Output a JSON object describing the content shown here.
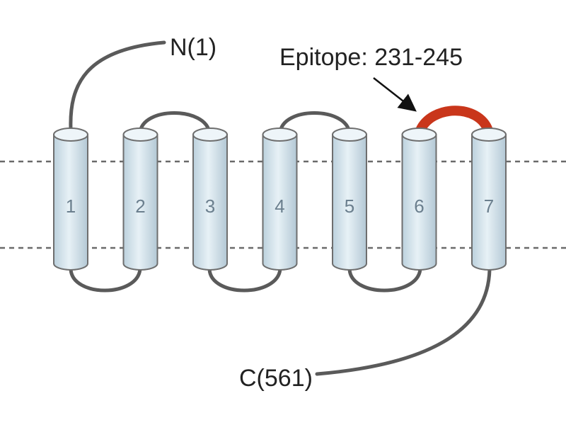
{
  "n_terminus_label": "N(1)",
  "c_terminus_label": "C(561)",
  "epitope_label": "Epitope: 231-245",
  "helices": [
    {
      "number": "1"
    },
    {
      "number": "2"
    },
    {
      "number": "3"
    },
    {
      "number": "4"
    },
    {
      "number": "5"
    },
    {
      "number": "6"
    },
    {
      "number": "7"
    }
  ],
  "colors": {
    "helix_fill": "#d6e6ef",
    "helix_top": "#eef5f9",
    "helix_stroke": "#6e6e6e",
    "loop": "#5a5a5a",
    "epitope": "#c9361b",
    "membrane": "#6a6a6a"
  }
}
